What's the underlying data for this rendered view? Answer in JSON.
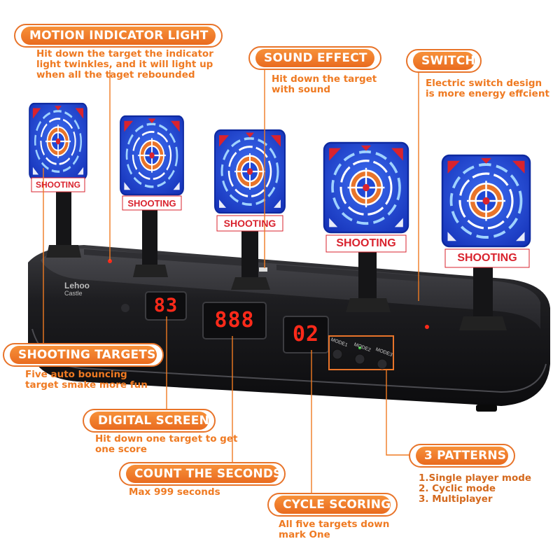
{
  "callouts": {
    "motion": {
      "title": "MOTION INDICATOR LIGHT",
      "lines": [
        "Hit down the target the indicator",
        "light twinkles, and it will light up",
        "when all the taget rebounded"
      ]
    },
    "sound": {
      "title": "SOUND EFFECT",
      "lines": [
        "Hit down the target",
        "with sound"
      ]
    },
    "switch": {
      "title": "SWITCH",
      "lines": [
        "Electric switch design",
        "is more energy effcient"
      ]
    },
    "targets": {
      "title": "SHOOTING TARGETS",
      "lines": [
        "Five auto bouncing",
        "target smake more fun"
      ]
    },
    "digital": {
      "title": "DIGITAL SCREEN",
      "lines": [
        "Hit down one target to get",
        "one score"
      ]
    },
    "count": {
      "title": "COUNT THE SECONDS",
      "lines": [
        "Max 999 seconds"
      ]
    },
    "patterns": {
      "title": "3 PATTERNS",
      "lines": [
        "1.Single player mode",
        "2. Cyclic mode",
        "3. Multiplayer"
      ]
    },
    "cycle": {
      "title": "CYCLE SCORING",
      "lines": [
        "All five targets down",
        "mark One"
      ]
    }
  },
  "product": {
    "target_label": "SHOOTING",
    "brand_line1": "Lehoo",
    "brand_line2": "Castle",
    "display_left": "83",
    "display_middle": "888",
    "display_right": "02",
    "mode_buttons": [
      "MODE1",
      "MODE2",
      "MODE3"
    ]
  },
  "colors": {
    "accent": "#e8742a",
    "accent_text": "#ef7a22",
    "target_blue": "#1f49d6",
    "target_red": "#d9232e",
    "base_black": "#1b1b1d",
    "led_red": "#ff2a1a"
  }
}
